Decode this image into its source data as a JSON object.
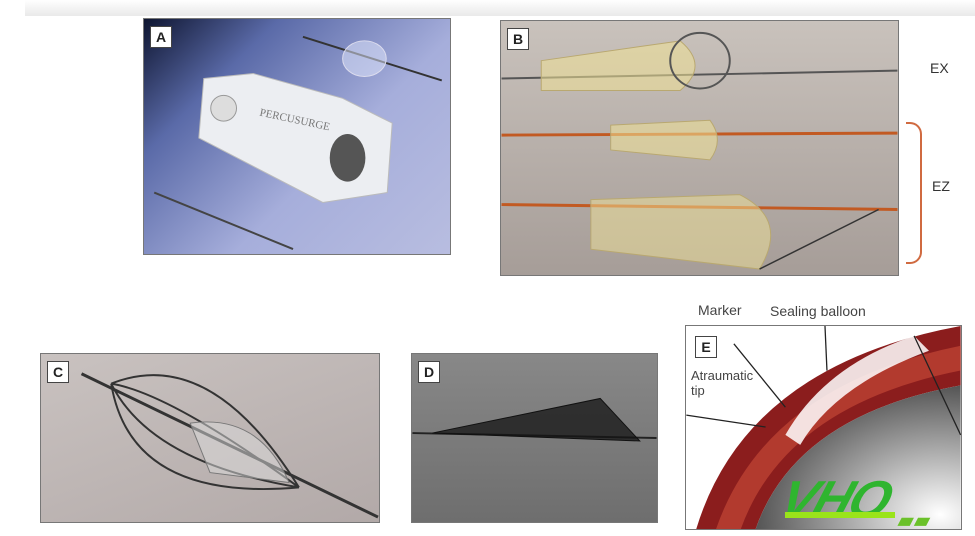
{
  "panels": {
    "a": {
      "tag": "A",
      "brand": "PERCUSURGE"
    },
    "b": {
      "tag": "B",
      "labels": [
        "EX",
        "EZ"
      ]
    },
    "c": {
      "tag": "C"
    },
    "d": {
      "tag": "D"
    },
    "e": {
      "tag": "E",
      "callouts": [
        "Marker",
        "Sealing balloon",
        "Atraumatic tip"
      ]
    }
  },
  "watermark": "VHO"
}
